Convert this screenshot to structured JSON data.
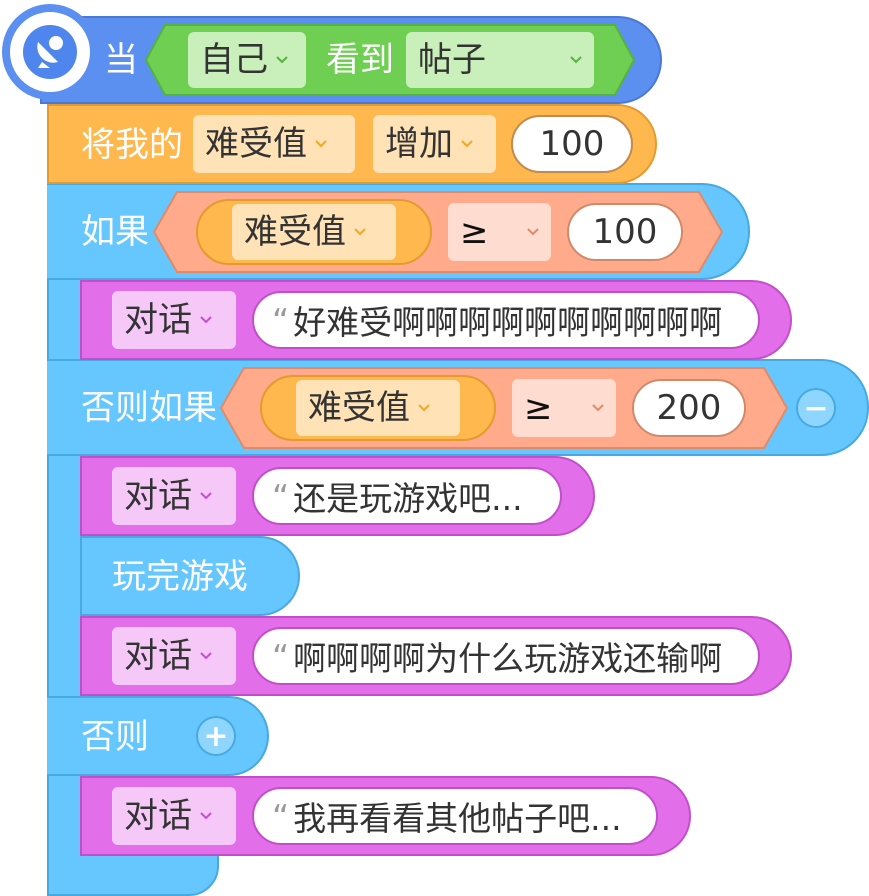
{
  "event": {
    "label": "当",
    "subject": "自己",
    "action": "看到",
    "object": "帖子"
  },
  "change": {
    "label": "将我的",
    "variable": "难受值",
    "op": "增加",
    "amount": "100"
  },
  "if": {
    "label": "如果",
    "variable": "难受值",
    "compare": "≥",
    "value": "100"
  },
  "say1": {
    "label": "对话",
    "text": "好难受啊啊啊啊啊啊啊啊啊啊"
  },
  "elseif": {
    "label": "否则如果",
    "variable": "难受值",
    "compare": "≥",
    "value": "200",
    "remove": "−"
  },
  "say2": {
    "label": "对话",
    "text": "还是玩游戏吧..."
  },
  "play": {
    "label": "玩完游戏"
  },
  "say3": {
    "label": "对话",
    "text": "啊啊啊啊为什么玩游戏还输啊"
  },
  "else": {
    "label": "否则",
    "add": "+"
  },
  "say4": {
    "label": "对话",
    "text": "我再看看其他帖子吧..."
  },
  "colors": {
    "event": "#5b8ff0",
    "event_cond": "#6fcf52",
    "variable_block": "#ffb84d",
    "control": "#66c7ff",
    "compare": "#ffaa8a",
    "say": "#e26ee9"
  }
}
